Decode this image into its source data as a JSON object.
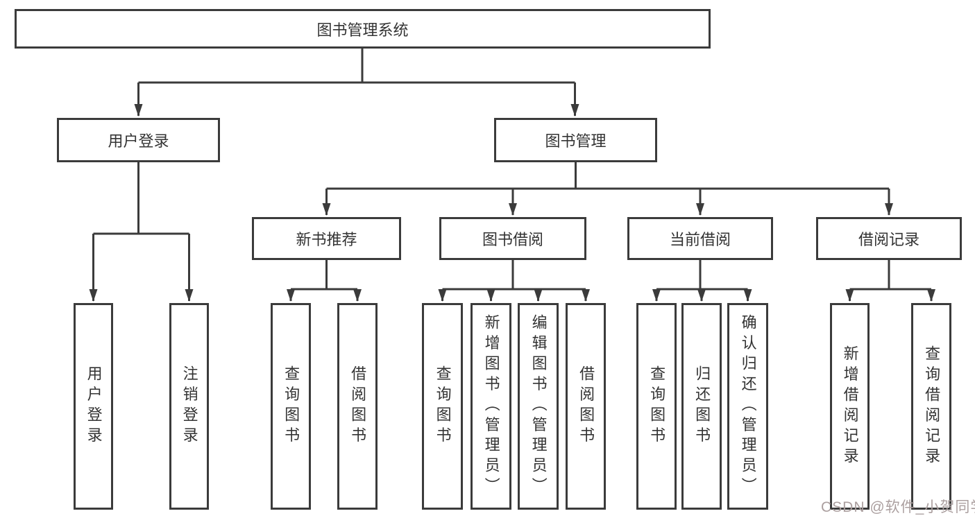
{
  "colors": {
    "line": "#3b3b3b",
    "box_border": "#3b3b3b",
    "text": "#333333",
    "watermark": "#ab9f9f",
    "background": "#ffffff"
  },
  "tree": {
    "root": {
      "label": "图书管理系统",
      "children": [
        {
          "label": "用户登录",
          "children": [
            {
              "label": "用户登录"
            },
            {
              "label": "注销登录"
            }
          ]
        },
        {
          "label": "图书管理",
          "children": [
            {
              "label": "新书推荐",
              "children": [
                {
                  "label": "查询图书"
                },
                {
                  "label": "借阅图书"
                }
              ]
            },
            {
              "label": "图书借阅",
              "children": [
                {
                  "label": "查询图书"
                },
                {
                  "label": "新增图书（管理员）"
                },
                {
                  "label": "编辑图书（管理员）"
                },
                {
                  "label": "借阅图书"
                }
              ]
            },
            {
              "label": "当前借阅",
              "children": [
                {
                  "label": "查询图书"
                },
                {
                  "label": "归还图书"
                },
                {
                  "label": "确认归还（管理员）"
                }
              ]
            },
            {
              "label": "借阅记录",
              "children": [
                {
                  "label": "新增借阅记录"
                },
                {
                  "label": "查询借阅记录"
                }
              ]
            }
          ]
        }
      ]
    }
  },
  "watermark": {
    "text": "CSDN @软件_小贺同学"
  }
}
